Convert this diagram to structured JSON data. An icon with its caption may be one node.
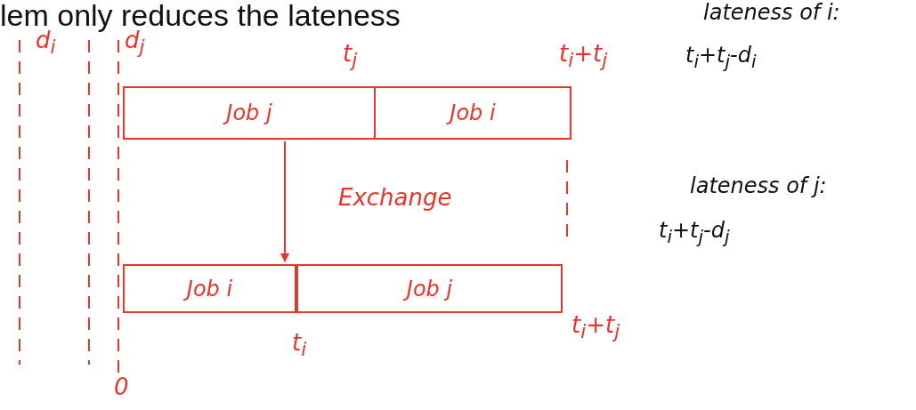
{
  "diagram": {
    "nodes": [
      {
        "text": [
          "Job j"
        ]
      },
      {
        "text": [
          "Job i"
        ]
      },
      {
        "text": [
          "Job i"
        ]
      },
      {
        "text": [
          "Job j"
        ]
      }
    ],
    "edges": [
      {
        "from": 0,
        "to": 2,
        "arrow": "to",
        "label": "Exchange"
      }
    ],
    "labels": [
      "lem only reduces the lateness",
      "lateness of i:",
      "d$_{i}$",
      "d$_{j}$",
      "t$_{j}$",
      "t$_{i}$+t$_{j}$",
      "t$_{i}$+t$_{j}$-d$_{i}$",
      "lateness of j:",
      "t$_{i}$+t$_{j}$-d$_{j}$",
      "t$_{i}$+t$_{j}$",
      "t$_{i}$",
      "0"
    ]
  }
}
